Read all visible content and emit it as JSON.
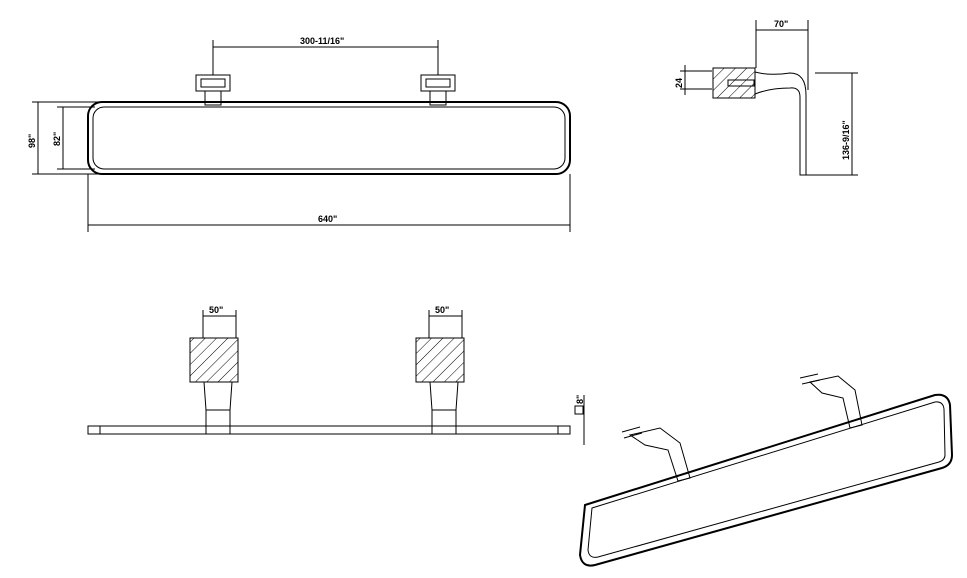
{
  "drawing": {
    "front_view": {
      "bracket_spacing": "300-11/16\"",
      "overall_height": "98\"",
      "inner_height": "82\"",
      "overall_length": "640\""
    },
    "side_view": {
      "projection": "70\"",
      "mount_height": "24",
      "drop_height": "136-9/16\""
    },
    "top_view": {
      "bracket_width_left": "50\"",
      "bracket_width_right": "50\"",
      "bar_section": "8\""
    }
  }
}
